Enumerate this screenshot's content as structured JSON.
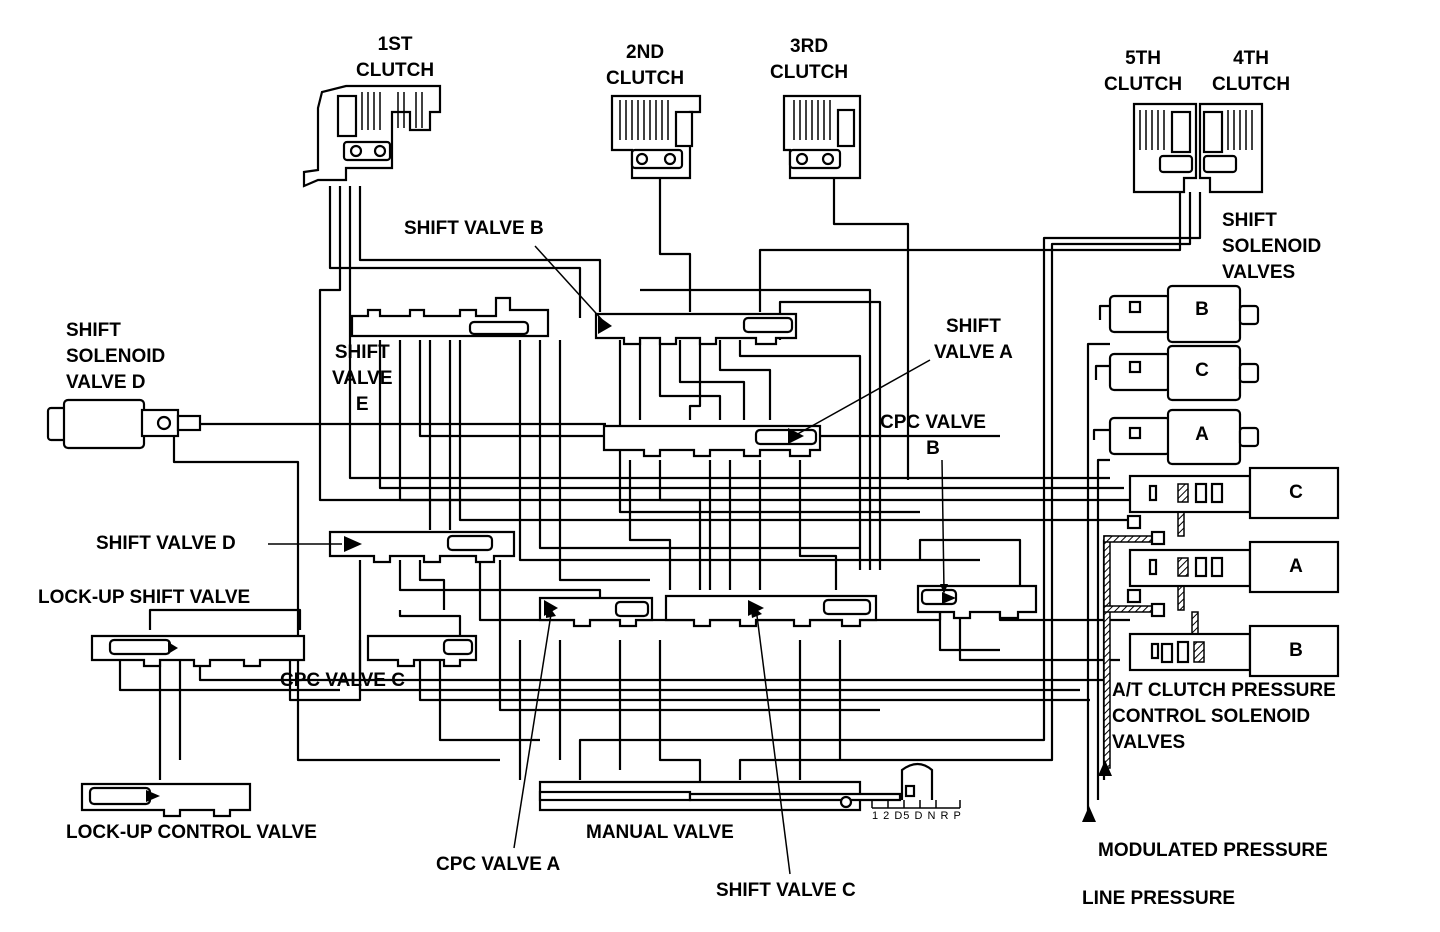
{
  "labels": {
    "clutch1": "1ST\nCLUTCH",
    "clutch2": "2ND\nCLUTCH",
    "clutch3": "3RD\nCLUTCH",
    "clutch5": "5TH\nCLUTCH",
    "clutch4": "4TH\nCLUTCH",
    "shift_valve_b": "SHIFT VALVE B",
    "shift_valve_a": "SHIFT\nVALVE A",
    "shift_valve_e": "SHIFT\nVALVE\nE",
    "shift_valve_d": "SHIFT VALVE D",
    "shift_valve_c": "SHIFT VALVE C",
    "shift_solenoid_d": "SHIFT\nSOLENOID\nVALVE D",
    "shift_solenoid_valves": "SHIFT\nSOLENOID\nVALVES",
    "cpc_valve_b": "CPC VALVE\nB",
    "cpc_valve_c": "CPC VALVE C",
    "cpc_valve_a": "CPC VALVE A",
    "lockup_shift": "LOCK-UP SHIFT VALVE",
    "lockup_control": "LOCK-UP CONTROL VALVE",
    "manual_valve": "MANUAL VALVE",
    "at_clutch": "A/T CLUTCH PRESSURE\nCONTROL SOLENOID\nVALVES",
    "modulated": "MODULATED PRESSURE",
    "line_pressure": "LINE PRESSURE",
    "solenoid_b": "B",
    "solenoid_c": "C",
    "solenoid_a": "A",
    "pc_c": "C",
    "pc_a": "A",
    "pc_b": "B",
    "shift_scale": "1 2 D5 D N R   P"
  }
}
